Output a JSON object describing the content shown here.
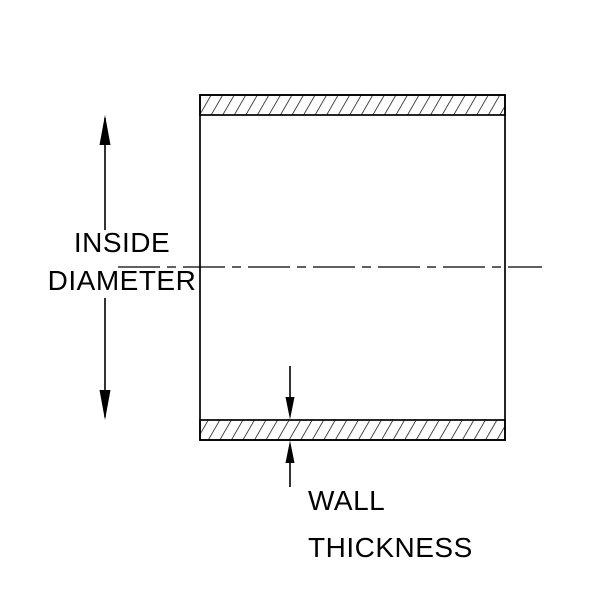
{
  "labels": {
    "inside_diameter_line1": "INSIDE",
    "inside_diameter_line2": "DIAMETER",
    "wall_thickness_line1": "WALL",
    "wall_thickness_line2": "THICKNESS"
  },
  "colors": {
    "line": "#000000",
    "text": "#000000",
    "background": "#ffffff"
  }
}
